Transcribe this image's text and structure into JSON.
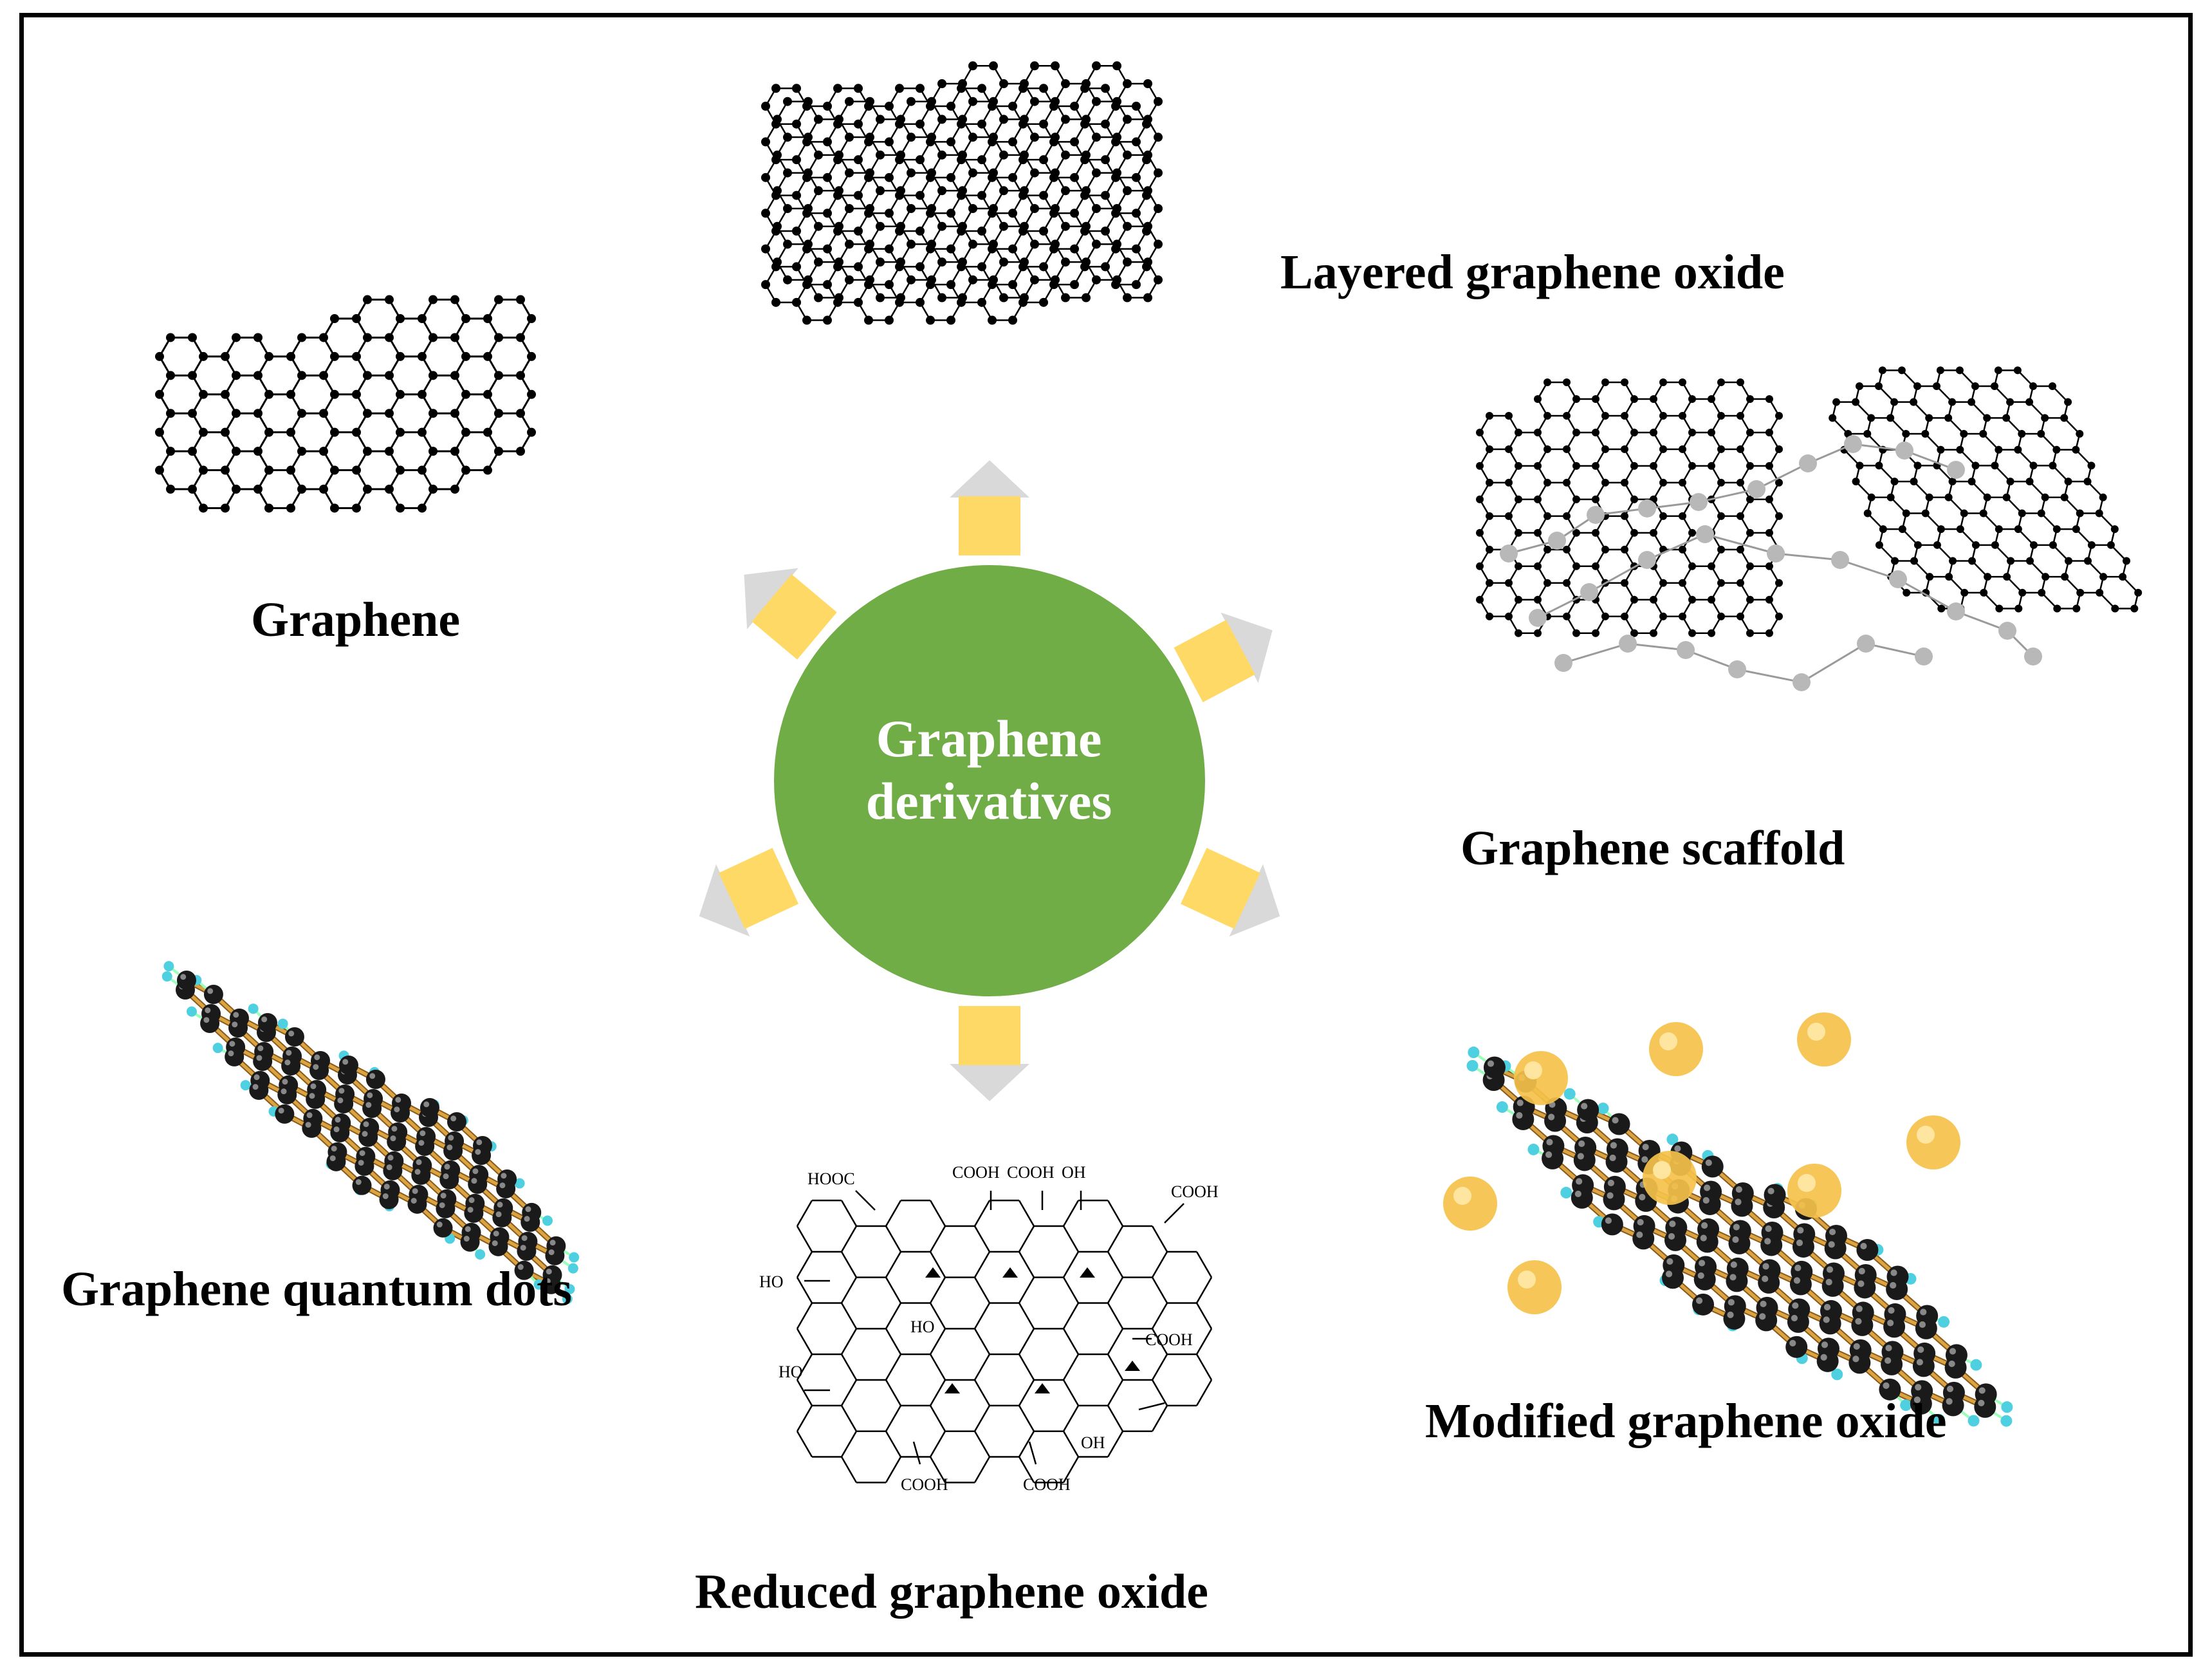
{
  "center": {
    "line1": "Graphene",
    "line2": "derivatives",
    "color": "#70ad47"
  },
  "colors": {
    "arrow_fill": "#ffd966",
    "arrow_tip": "#d9d9d9",
    "orb": "#f5c24a",
    "bond_gold": "#d9a441",
    "hydrogen": "#4fd0e0"
  },
  "nodes": [
    {
      "id": "graphene",
      "label": "Graphene"
    },
    {
      "id": "layered",
      "label": "Layered graphene oxide"
    },
    {
      "id": "scaffold",
      "label": "Graphene scaffold"
    },
    {
      "id": "modified",
      "label": "Modified graphene oxide"
    },
    {
      "id": "reduced",
      "label": "Reduced graphene oxide"
    },
    {
      "id": "quantum",
      "label": "Graphene quantum dots"
    }
  ],
  "rgo_groups": [
    "HOOC",
    "COOH",
    "COOH",
    "OH",
    "COOH",
    "HO",
    "HO",
    "COOH",
    "HO",
    "OH",
    "COOH",
    "COOH"
  ]
}
